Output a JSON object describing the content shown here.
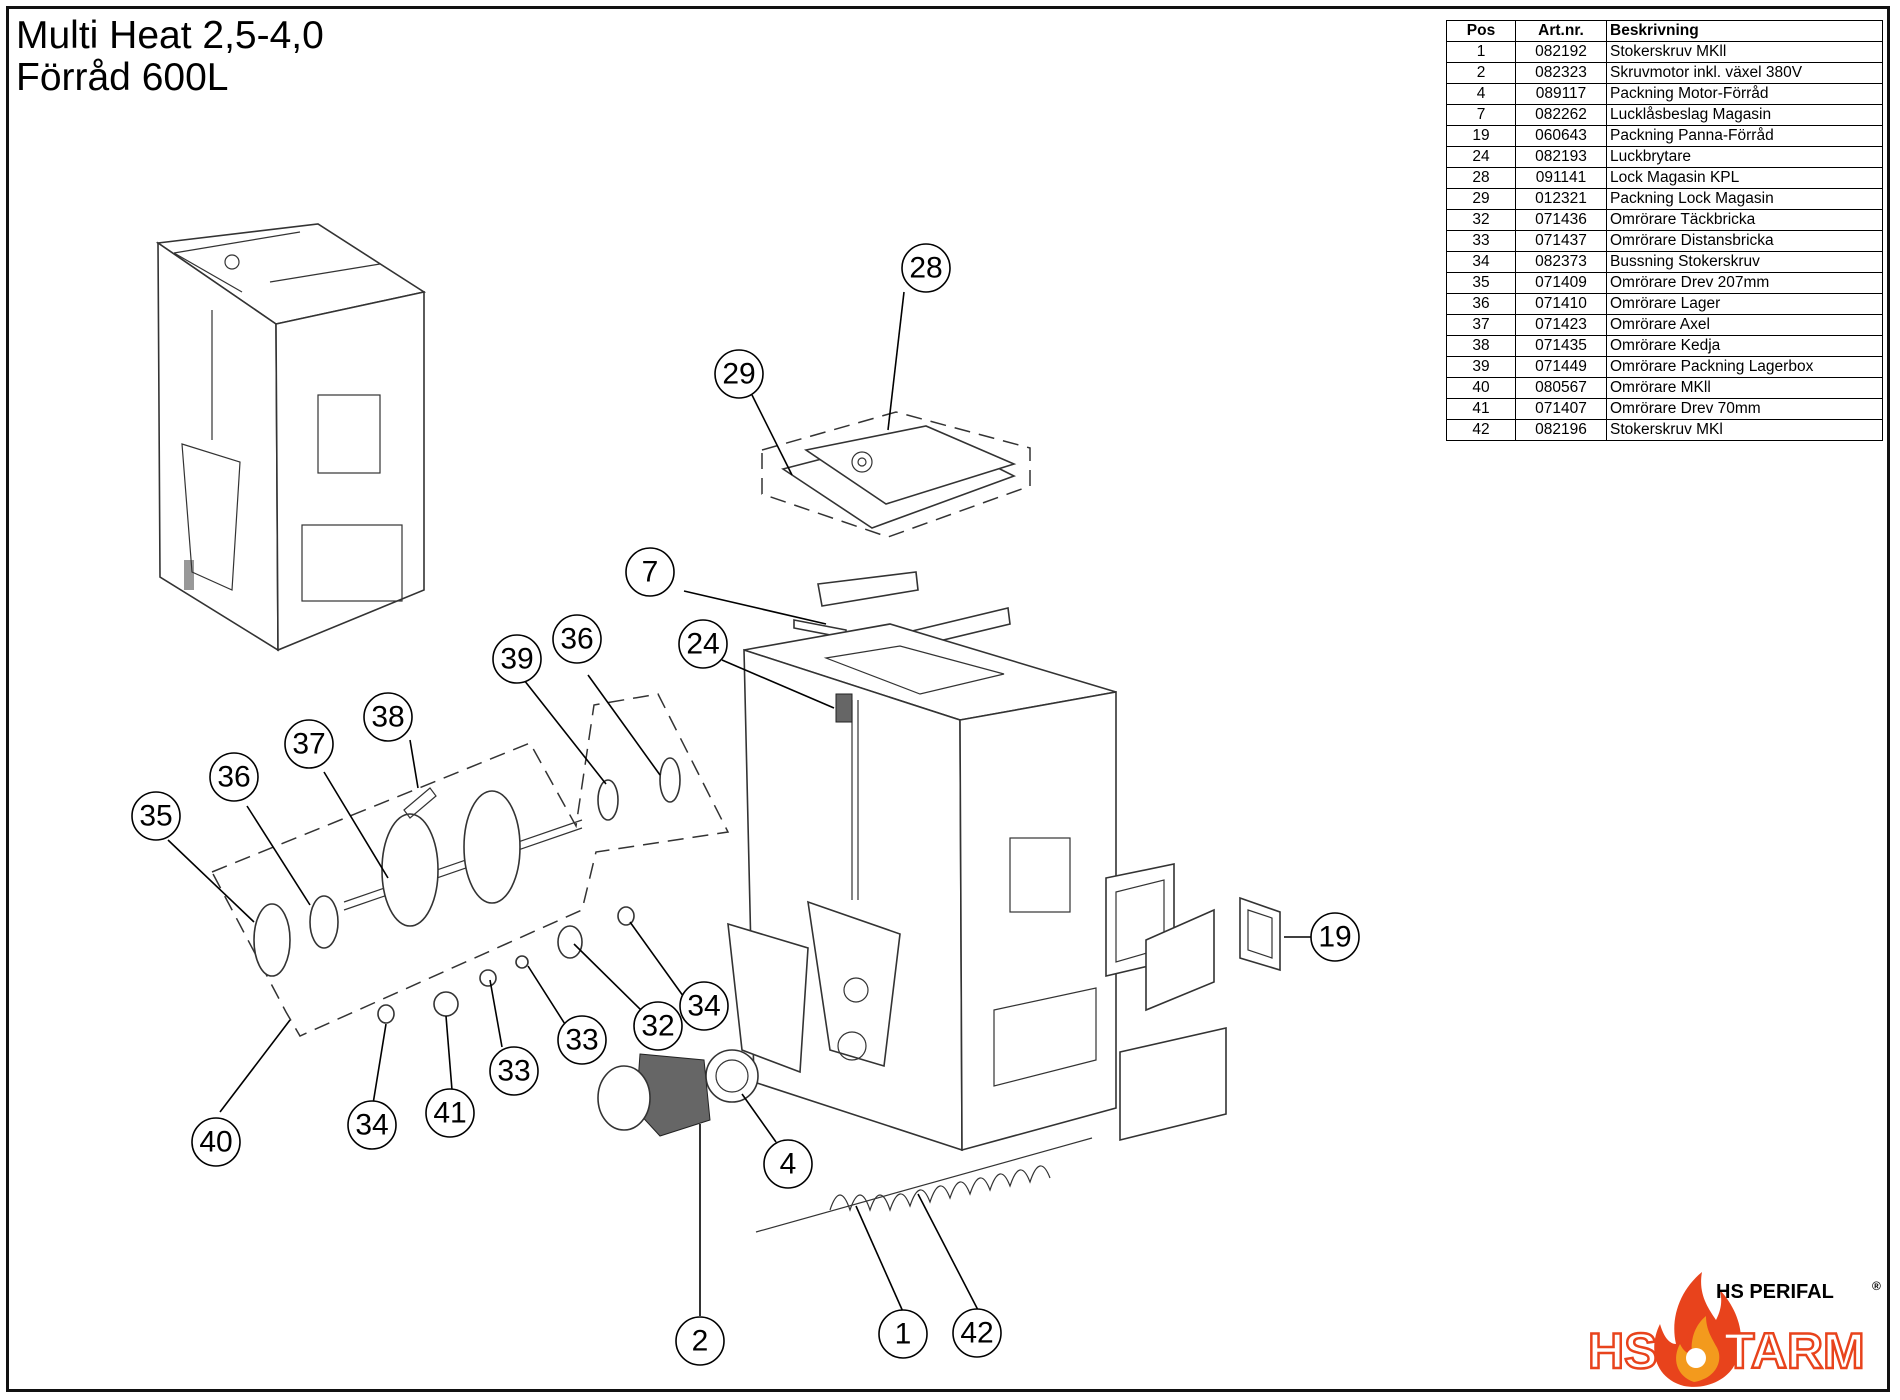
{
  "title": {
    "line1": "Multi Heat 2,5-4,0",
    "line2": "Förråd 600L"
  },
  "parts_table": {
    "headers": {
      "pos": "Pos",
      "art": "Art.nr.",
      "desc": "Beskrivning"
    },
    "rows": [
      {
        "pos": "1",
        "art": "082192",
        "desc": "Stokerskruv MKll"
      },
      {
        "pos": "2",
        "art": "082323",
        "desc": "Skruvmotor inkl. växel 380V"
      },
      {
        "pos": "4",
        "art": "089117",
        "desc": "Packning Motor-Förråd"
      },
      {
        "pos": "7",
        "art": "082262",
        "desc": "Lucklåsbeslag Magasin"
      },
      {
        "pos": "19",
        "art": "060643",
        "desc": "Packning Panna-Förråd"
      },
      {
        "pos": "24",
        "art": "082193",
        "desc": "Luckbrytare"
      },
      {
        "pos": "28",
        "art": "091141",
        "desc": "Lock Magasin KPL"
      },
      {
        "pos": "29",
        "art": "012321",
        "desc": "Packning Lock Magasin"
      },
      {
        "pos": "32",
        "art": "071436",
        "desc": "Omrörare Täckbricka"
      },
      {
        "pos": "33",
        "art": "071437",
        "desc": "Omrörare Distansbricka"
      },
      {
        "pos": "34",
        "art": "082373",
        "desc": "Bussning Stokerskruv"
      },
      {
        "pos": "35",
        "art": "071409",
        "desc": "Omrörare Drev 207mm"
      },
      {
        "pos": "36",
        "art": "071410",
        "desc": "Omrörare Lager"
      },
      {
        "pos": "37",
        "art": "071423",
        "desc": "Omrörare Axel"
      },
      {
        "pos": "38",
        "art": "071435",
        "desc": "Omrörare Kedja"
      },
      {
        "pos": "39",
        "art": "071449",
        "desc": "Omrörare Packning Lagerbox"
      },
      {
        "pos": "40",
        "art": "080567",
        "desc": "Omrörare MKll"
      },
      {
        "pos": "41",
        "art": "071407",
        "desc": "Omrörare Drev 70mm"
      },
      {
        "pos": "42",
        "art": "082196",
        "desc": "Stokerskruv MKl"
      }
    ]
  },
  "callouts": [
    {
      "id": "28",
      "label": "28"
    },
    {
      "id": "29",
      "label": "29"
    },
    {
      "id": "7",
      "label": "7"
    },
    {
      "id": "24",
      "label": "24"
    },
    {
      "id": "39",
      "label": "39"
    },
    {
      "id": "36a",
      "label": "36"
    },
    {
      "id": "38",
      "label": "38"
    },
    {
      "id": "37",
      "label": "37"
    },
    {
      "id": "36b",
      "label": "36"
    },
    {
      "id": "35",
      "label": "35"
    },
    {
      "id": "19",
      "label": "19"
    },
    {
      "id": "34a",
      "label": "34"
    },
    {
      "id": "32",
      "label": "32"
    },
    {
      "id": "33a",
      "label": "33"
    },
    {
      "id": "33b",
      "label": "33"
    },
    {
      "id": "4",
      "label": "4"
    },
    {
      "id": "40",
      "label": "40"
    },
    {
      "id": "34b",
      "label": "34"
    },
    {
      "id": "41",
      "label": "41"
    },
    {
      "id": "2",
      "label": "2"
    },
    {
      "id": "1",
      "label": "1"
    },
    {
      "id": "42",
      "label": "42"
    }
  ],
  "logo": {
    "brand_small": "HS PERIFAL",
    "registered": "®",
    "brand_left": "HS",
    "brand_right": "TARM",
    "colors": {
      "flame_outer": "#e8431c",
      "flame_inner": "#f39a1d",
      "text": "#ffffff",
      "text_outline": "#e8431c",
      "small_text": "#000000"
    }
  }
}
